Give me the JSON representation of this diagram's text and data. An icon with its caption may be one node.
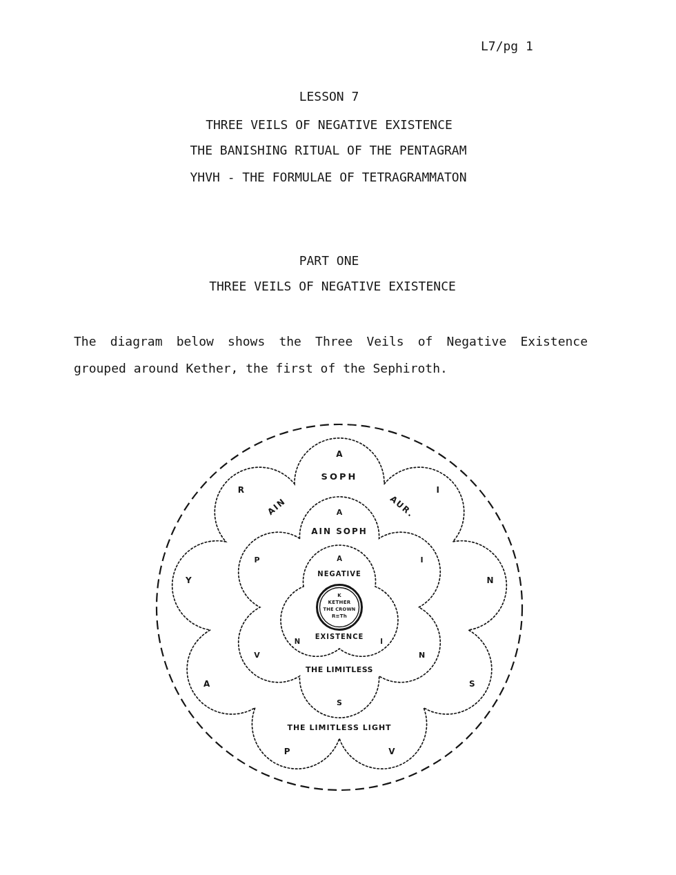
{
  "diagram": {
    "title": "LESSON 7",
    "nodes": [
      {
        "text": [],
        "shape": "circle"
      },
      {
        "text": [
          "A",
          "SOPH",
          "R",
          "I",
          "AIN",
          "AUR.",
          "Y",
          "N",
          "A",
          "S",
          "THE LIMITLESS LIGHT",
          "P",
          "V"
        ],
        "in": 0
      },
      {
        "text": [
          "A",
          "AIN SOPH",
          "P",
          "I",
          "V",
          "N",
          "THE LIMITLESS",
          "S"
        ],
        "in": 1
      },
      {
        "text": [
          "A",
          "NEGATIVE",
          "EXISTENCE",
          "N",
          "I"
        ],
        "in": 2
      },
      {
        "text": [
          "K",
          "KETHER",
          "THE CROWN",
          "R≡Th"
        ],
        "in": 3
      }
    ],
    "labels": [
      "L7/pg 1",
      "THREE VEILS OF NEGATIVE EXISTENCE",
      "THE BANISHING RITUAL OF THE PENTAGRAM",
      "YHVH - THE FORMULAE OF TETRAGRAMMATON",
      "PART ONE",
      "THREE VEILS OF NEGATIVE EXISTENCE",
      "The diagram below shows the Three Veils of Negative Existence grouped around Kether, the first of the Sephiroth."
    ]
  }
}
